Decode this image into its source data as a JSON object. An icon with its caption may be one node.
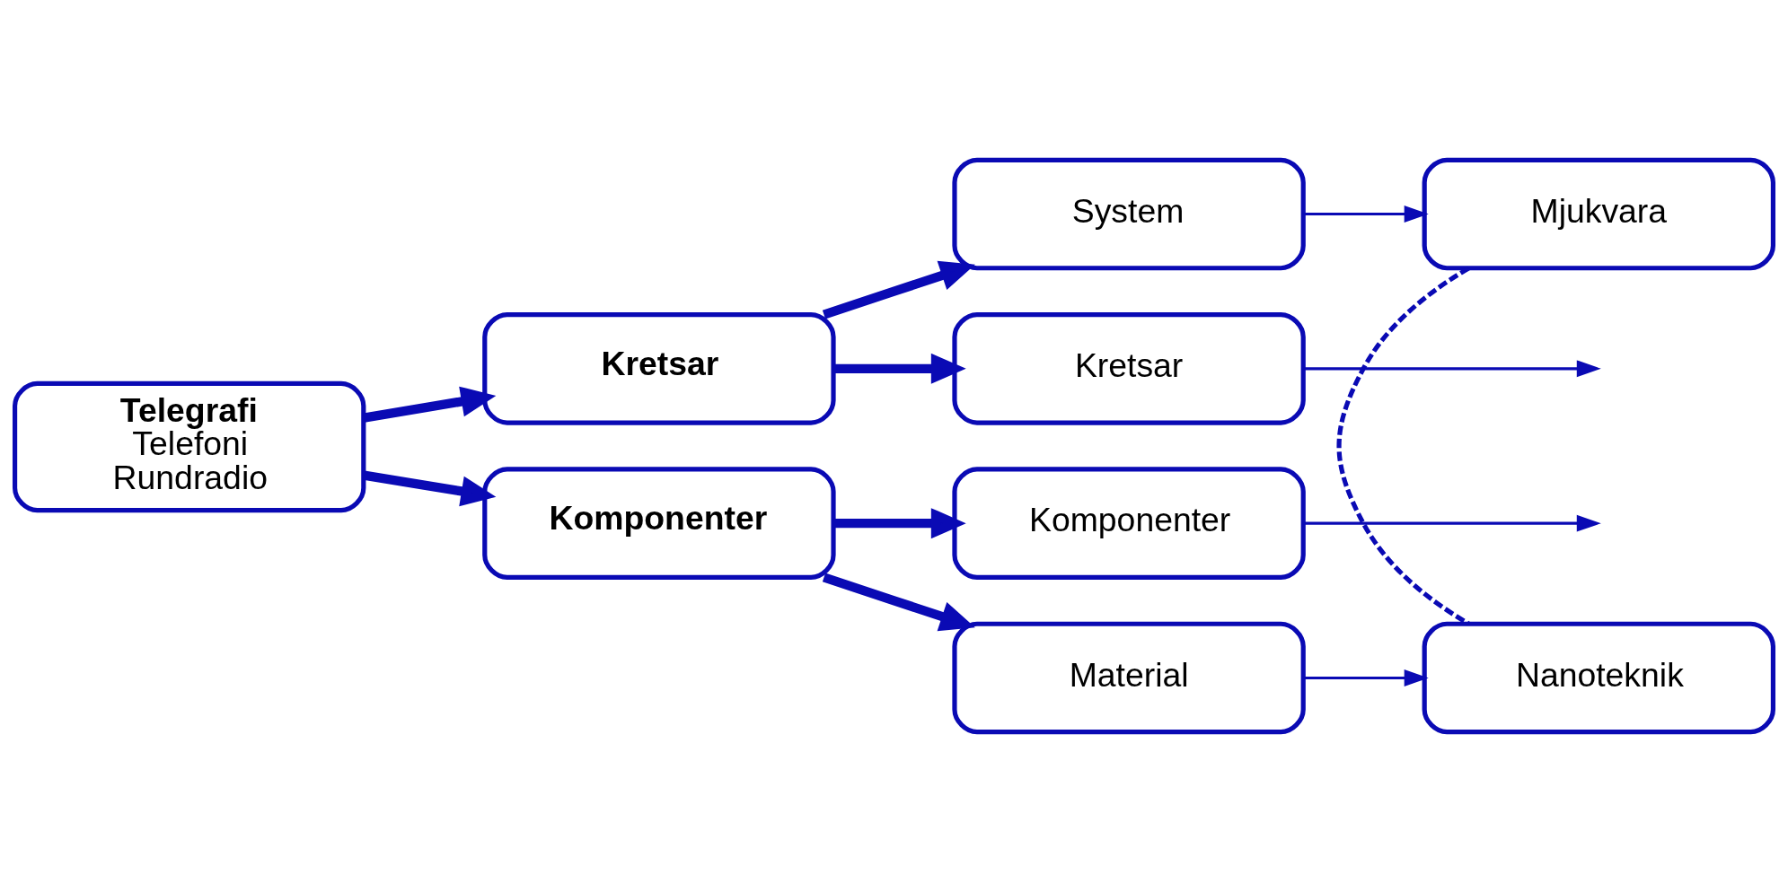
{
  "diagram": {
    "nodes": [
      {
        "text": [
          "Telegrafi",
          "Telefoni",
          "Rundradio"
        ]
      },
      {
        "text": [
          "Kretsar"
        ]
      },
      {
        "text": [
          "Komponenter"
        ]
      },
      {
        "text": [
          "System"
        ]
      },
      {
        "text": [
          "Kretsar"
        ]
      },
      {
        "text": [
          "Komponenter"
        ]
      },
      {
        "text": [
          "Material"
        ]
      },
      {
        "text": [
          "Mjukvara"
        ]
      },
      {
        "text": [
          "Nanoteknik"
        ]
      }
    ],
    "edges": [
      {
        "from": 0,
        "to": 1,
        "arrow": "to"
      },
      {
        "from": 0,
        "to": 2,
        "arrow": "to"
      },
      {
        "from": 1,
        "to": 3,
        "arrow": "to"
      },
      {
        "from": 1,
        "to": 4,
        "arrow": "to"
      },
      {
        "from": 2,
        "to": 5,
        "arrow": "to"
      },
      {
        "from": 2,
        "to": 6,
        "arrow": "to"
      },
      {
        "from": 3,
        "to": 7,
        "arrow": "to"
      },
      {
        "from": 4,
        "to": null,
        "arrow": "to"
      },
      {
        "from": 5,
        "to": null,
        "arrow": "to"
      },
      {
        "from": 6,
        "to": 8,
        "arrow": "to"
      },
      {
        "from": 7,
        "to": 8,
        "arrow": "none",
        "style": "dashed"
      }
    ]
  }
}
